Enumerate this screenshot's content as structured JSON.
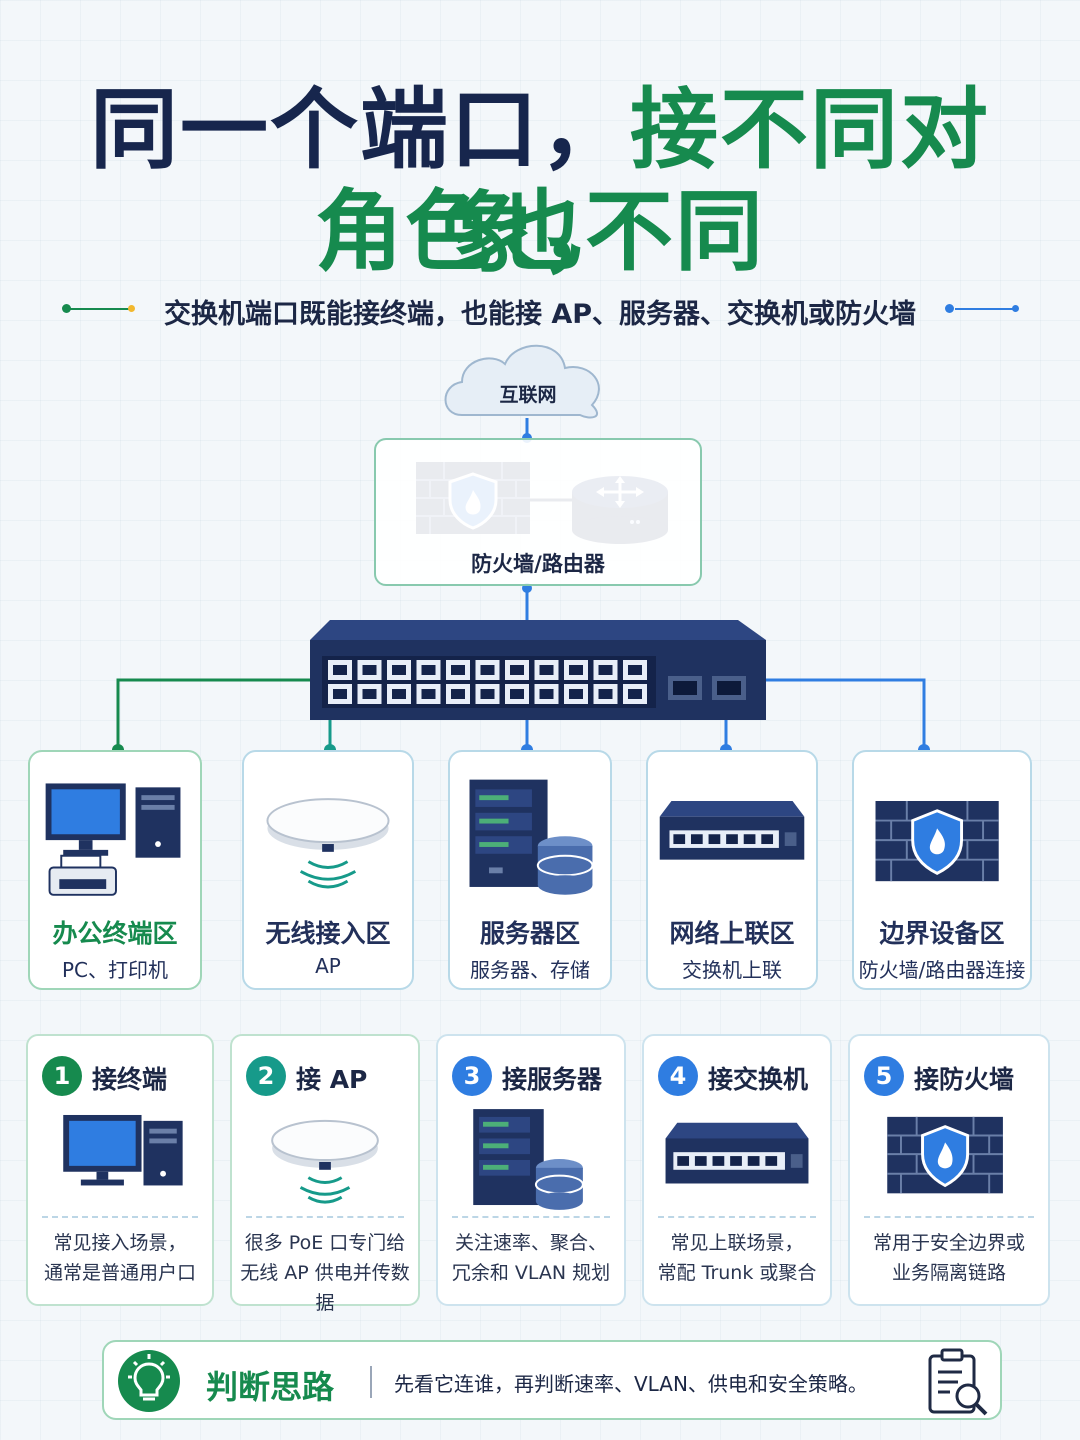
{
  "header": {
    "title_part1": "同一个端口，",
    "title_part2": "接不同对象，",
    "title_line2": "角色也不同",
    "subtitle": "交换机端口既能接终端，也能接 AP、服务器、交换机或防火墙"
  },
  "topology": {
    "internet_label": "互联网",
    "router_label": "防火墙/路由器"
  },
  "zones": [
    {
      "title": "办公终端区",
      "sub": "PC、打印机",
      "icon": "pc-printer-icon"
    },
    {
      "title": "无线接入区",
      "sub": "AP",
      "icon": "access-point-icon"
    },
    {
      "title": "服务器区",
      "sub": "服务器、存储",
      "icon": "server-storage-icon"
    },
    {
      "title": "网络上联区",
      "sub": "交换机上联",
      "icon": "switch-icon"
    },
    {
      "title": "边界设备区",
      "sub": "防火墙/路由器连接",
      "icon": "firewall-icon"
    }
  ],
  "cards": [
    {
      "num": "1",
      "title": "接终端",
      "desc1": "常见接入场景，",
      "desc2": "通常是普通用户口",
      "icon": "pc-icon"
    },
    {
      "num": "2",
      "title": "接 AP",
      "desc1": "很多 PoE 口专门给",
      "desc2": "无线 AP 供电并传数据",
      "icon": "access-point-icon"
    },
    {
      "num": "3",
      "title": "接服务器",
      "desc1": "关注速率、聚合、",
      "desc2": "冗余和 VLAN 规划",
      "icon": "server-storage-icon"
    },
    {
      "num": "4",
      "title": "接交换机",
      "desc1": "常见上联场景，",
      "desc2": "常配 Trunk 或聚合",
      "icon": "switch-icon"
    },
    {
      "num": "5",
      "title": "接防火墙",
      "desc1": "常用于安全边界或",
      "desc2": "业务隔离链路",
      "icon": "firewall-icon"
    }
  ],
  "tip": {
    "title": "判断思路",
    "text": "先看它连谁，再判断速率、VLAN、供电和安全策略。"
  },
  "colors": {
    "navy": "#17264d",
    "green": "#168a4e",
    "blue": "#2f7de1",
    "device": "#2b3f6b"
  }
}
